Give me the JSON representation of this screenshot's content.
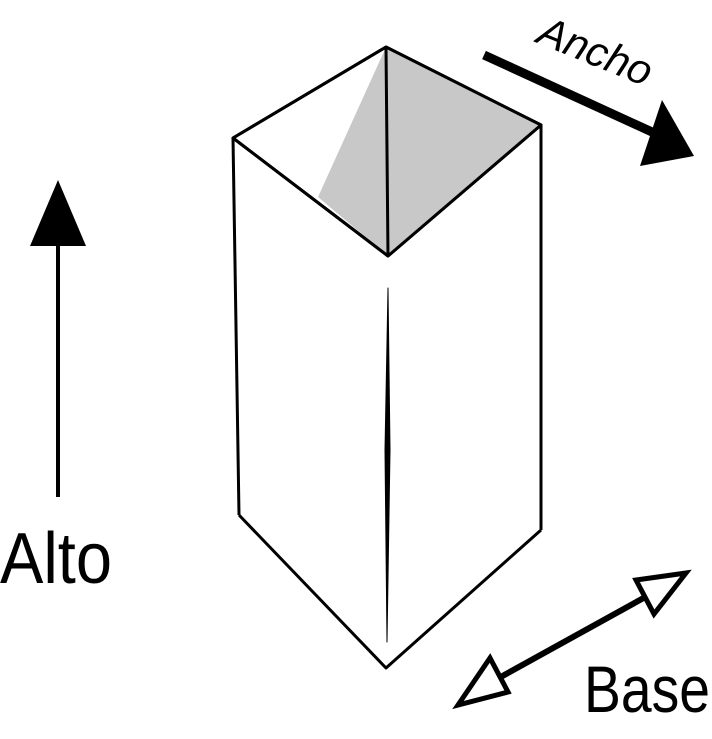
{
  "labels": {
    "height": "Alto",
    "width": "Ancho",
    "base": "Base"
  },
  "colors": {
    "stroke": "#000000",
    "shaded_face": "#c8c8c8",
    "background": "#ffffff"
  }
}
